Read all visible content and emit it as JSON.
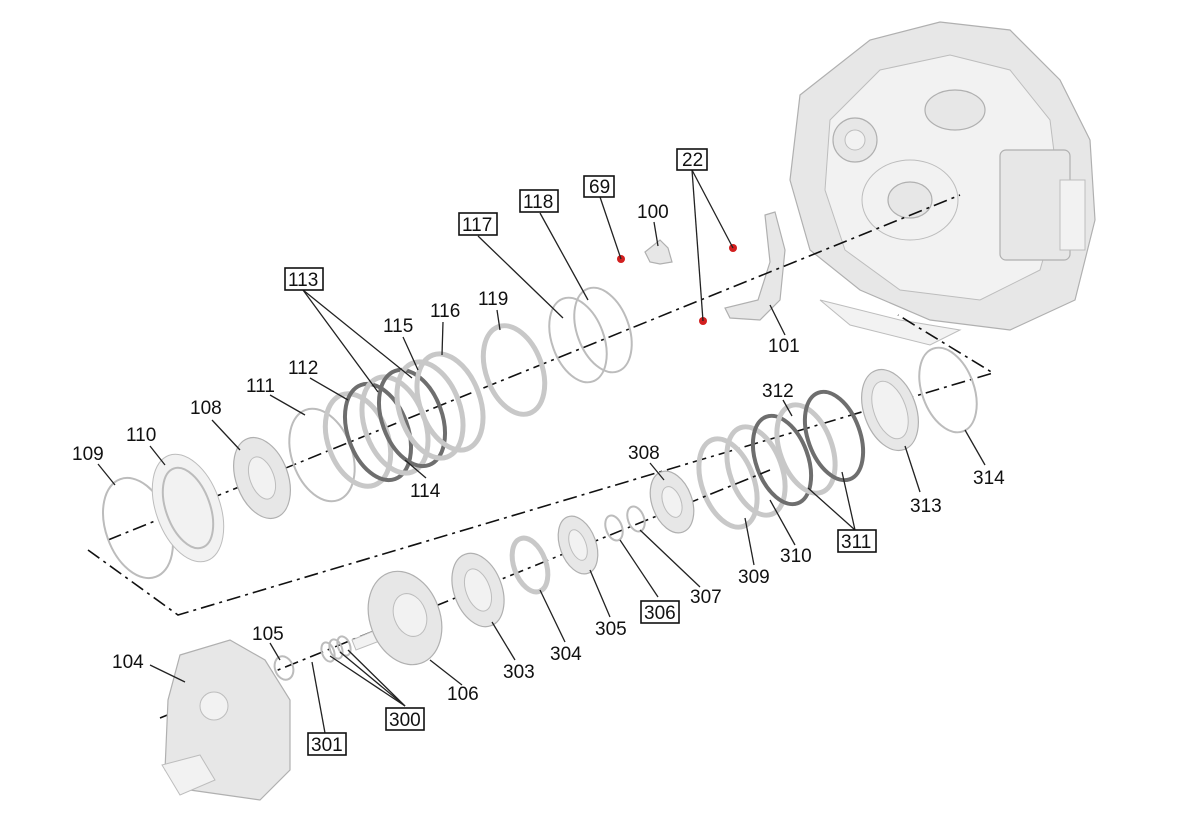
{
  "parts": {
    "p100": "100",
    "p101": "101",
    "p104": "104",
    "p105": "105",
    "p106": "106",
    "p108": "108",
    "p109": "109",
    "p110": "110",
    "p111": "111",
    "p112": "112",
    "p114": "114",
    "p115": "115",
    "p116": "116",
    "p119": "119",
    "p301": "301",
    "p303": "303",
    "p304": "304",
    "p305": "305",
    "p307": "307",
    "p308": "308",
    "p309": "309",
    "p310": "310",
    "p312": "312",
    "p313": "313",
    "p314": "314"
  },
  "boxed_parts": {
    "b22": "22",
    "b69": "69",
    "b113": "113",
    "b117": "117",
    "b118": "118",
    "b300": "300",
    "b301": "301",
    "b306": "306",
    "b311": "311"
  },
  "colors": {
    "fastener": "#d21f1f",
    "part_fill": "#e7e7e7",
    "line": "#111111"
  }
}
